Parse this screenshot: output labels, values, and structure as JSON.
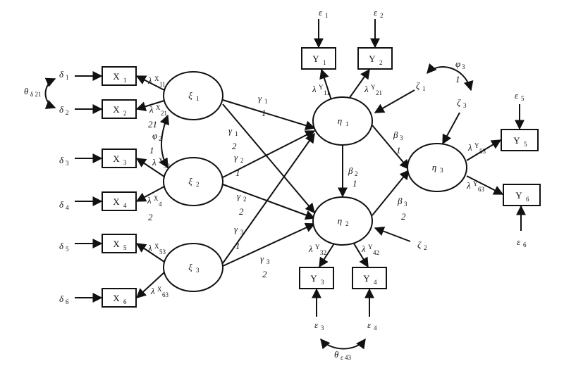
{
  "diagram": {
    "colors": {
      "stroke": "#111111",
      "background": "#ffffff"
    },
    "observed": [
      {
        "id": "X1",
        "text": "X",
        "sub": "1"
      },
      {
        "id": "X2",
        "text": "X",
        "sub": "2"
      },
      {
        "id": "X3",
        "text": "X",
        "sub": "3"
      },
      {
        "id": "X4",
        "text": "X",
        "sub": "4"
      },
      {
        "id": "X5",
        "text": "X",
        "sub": "5"
      },
      {
        "id": "X6",
        "text": "X",
        "sub": "6"
      },
      {
        "id": "Y1",
        "text": "Y",
        "sub": "1"
      },
      {
        "id": "Y2",
        "text": "Y",
        "sub": "2"
      },
      {
        "id": "Y3",
        "text": "Y",
        "sub": "3"
      },
      {
        "id": "Y4",
        "text": "Y",
        "sub": "4"
      },
      {
        "id": "Y5",
        "text": "Y",
        "sub": "5"
      },
      {
        "id": "Y6",
        "text": "Y",
        "sub": "6"
      }
    ],
    "latent": [
      {
        "id": "xi1",
        "text": "ξ",
        "sub": "1"
      },
      {
        "id": "xi2",
        "text": "ξ",
        "sub": "2"
      },
      {
        "id": "xi3",
        "text": "ξ",
        "sub": "3"
      },
      {
        "id": "eta1",
        "text": "η",
        "sub": "1"
      },
      {
        "id": "eta2",
        "text": "η",
        "sub": "2"
      },
      {
        "id": "eta3",
        "text": "η",
        "sub": "3"
      }
    ],
    "labels": [
      {
        "id": "d1",
        "text": "δ",
        "sub": "1"
      },
      {
        "id": "d2",
        "text": "δ",
        "sub": "2"
      },
      {
        "id": "d3",
        "text": "δ",
        "sub": "3"
      },
      {
        "id": "d4",
        "text": "δ",
        "sub": "4"
      },
      {
        "id": "d5",
        "text": "δ",
        "sub": "5"
      },
      {
        "id": "d6",
        "text": "δ",
        "sub": "6"
      },
      {
        "id": "e1",
        "text": "ε",
        "sub": "1"
      },
      {
        "id": "e2",
        "text": "ε",
        "sub": "2"
      },
      {
        "id": "e3",
        "text": "ε",
        "sub": "3"
      },
      {
        "id": "e4",
        "text": "ε",
        "sub": "4"
      },
      {
        "id": "e5",
        "text": "ε",
        "sub": "5"
      },
      {
        "id": "e6",
        "text": "ε",
        "sub": "6"
      },
      {
        "id": "theta_d21",
        "text": "θ",
        "sub": "δ 21"
      },
      {
        "id": "theta_e43",
        "text": "θ",
        "sub": "ε 43"
      },
      {
        "id": "phi2",
        "text": "φ",
        "sub": "2"
      },
      {
        "id": "phi2_21",
        "text": "21",
        "sub": ""
      },
      {
        "id": "phi2_1",
        "text": "1",
        "sub": ""
      },
      {
        "id": "phi3",
        "text": "φ",
        "sub": "3"
      },
      {
        "id": "phi3_1",
        "text": "1",
        "sub": ""
      },
      {
        "id": "zeta1",
        "text": "ζ",
        "sub": "1"
      },
      {
        "id": "zeta2",
        "text": "ζ",
        "sub": "2"
      },
      {
        "id": "zeta3",
        "text": "ζ",
        "sub": "3"
      },
      {
        "id": "lx11",
        "text": "λ",
        "sub": "X",
        "sub2": "11"
      },
      {
        "id": "lx21",
        "text": "λ",
        "sub": "X",
        "sub2": "21"
      },
      {
        "id": "lx32",
        "text": "λ",
        "sub": "X",
        "sub2": "32"
      },
      {
        "id": "lx42",
        "text": "λ",
        "sub": "X",
        "sub2": "4"
      },
      {
        "id": "lx42b",
        "text": "2",
        "sub": ""
      },
      {
        "id": "lx53",
        "text": "λ",
        "sub": "X",
        "sub2": "53"
      },
      {
        "id": "lx63",
        "text": "λ",
        "sub": "X",
        "sub2": "63"
      },
      {
        "id": "ly11",
        "text": "λ",
        "sub": "Y",
        "sub2": "11"
      },
      {
        "id": "ly21",
        "text": "λ",
        "sub": "Y",
        "sub2": "21"
      },
      {
        "id": "ly32",
        "text": "λ",
        "sub": "Y",
        "sub2": "32"
      },
      {
        "id": "ly42",
        "text": "λ",
        "sub": "Y",
        "sub2": "42"
      },
      {
        "id": "ly53",
        "text": "λ",
        "sub": "Y",
        "sub2": "53"
      },
      {
        "id": "ly63",
        "text": "λ",
        "sub": "Y",
        "sub2": "63"
      },
      {
        "id": "g11",
        "text": "γ",
        "sub": "1"
      },
      {
        "id": "g11b",
        "text": "1",
        "sub": ""
      },
      {
        "id": "g12",
        "text": "γ",
        "sub": "1"
      },
      {
        "id": "g12b",
        "text": "2",
        "sub": ""
      },
      {
        "id": "g21",
        "text": "γ",
        "sub": "2"
      },
      {
        "id": "g21b",
        "text": "1",
        "sub": ""
      },
      {
        "id": "g22",
        "text": "γ",
        "sub": "2"
      },
      {
        "id": "g22b",
        "text": "2",
        "sub": ""
      },
      {
        "id": "g31",
        "text": "γ",
        "sub": "3"
      },
      {
        "id": "g31b",
        "text": "1",
        "sub": ""
      },
      {
        "id": "g32",
        "text": "γ",
        "sub": "3"
      },
      {
        "id": "g32b",
        "text": "2",
        "sub": ""
      },
      {
        "id": "b21",
        "text": "β",
        "sub": "2"
      },
      {
        "id": "b21b",
        "text": "1",
        "sub": ""
      },
      {
        "id": "b31",
        "text": "β",
        "sub": "3"
      },
      {
        "id": "b31b",
        "text": "1",
        "sub": ""
      },
      {
        "id": "b32",
        "text": "β",
        "sub": "3"
      },
      {
        "id": "b32b",
        "text": "2",
        "sub": ""
      }
    ]
  }
}
